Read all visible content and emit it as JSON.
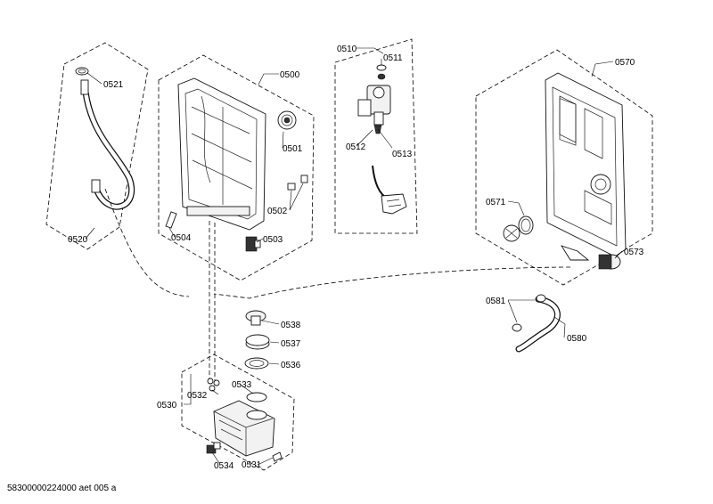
{
  "diagram": {
    "footer_code": "58300000224000 aet 005 a",
    "labels": {
      "p0500": "0500",
      "p0501": "0501",
      "p0502": "0502",
      "p0503": "0503",
      "p0504": "0504",
      "p0510": "0510",
      "p0511": "0511",
      "p0512": "0512",
      "p0513": "0513",
      "p0520": "0520",
      "p0521": "0521",
      "p0530": "0530",
      "p0531": "0531",
      "p0532": "0532",
      "p0533": "0533",
      "p0534": "0534",
      "p0536": "0536",
      "p0537": "0537",
      "p0538": "0538",
      "p0570": "0570",
      "p0571": "0571",
      "p0573": "0573",
      "p0580": "0580",
      "p0581": "0581"
    }
  }
}
